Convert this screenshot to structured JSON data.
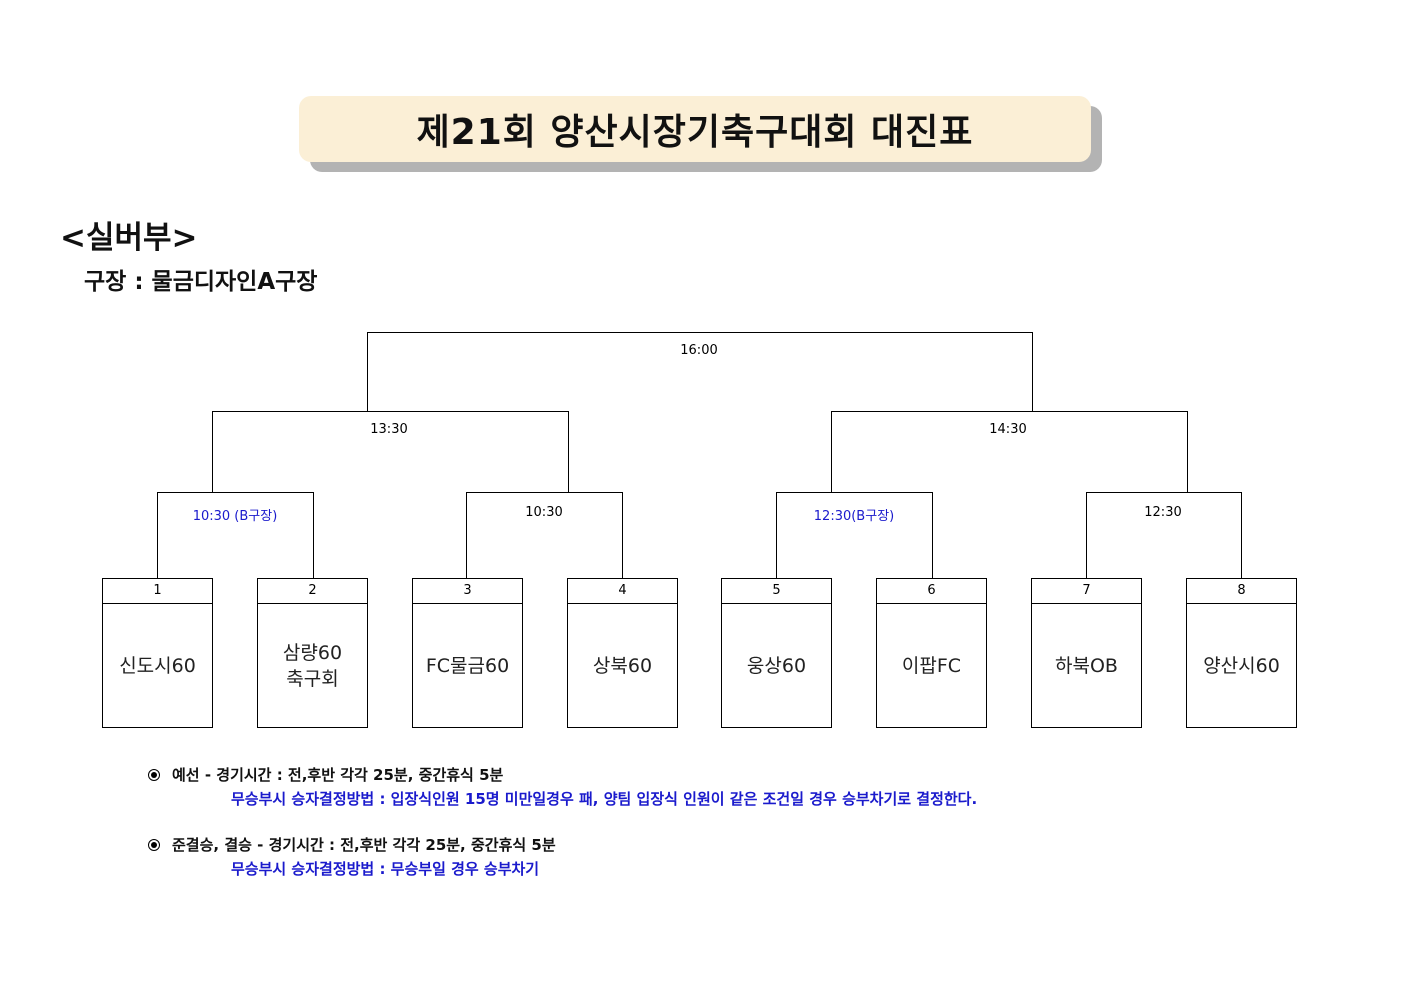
{
  "title": "제21회 양산시장기축구대회 대진표",
  "section": "<실버부>",
  "venue": "구장 : 물금디자인A구장",
  "rounds": {
    "final": "16:00",
    "semi_left": "13:30",
    "semi_right": "14:30",
    "qf": [
      "10:30 (B구장)",
      "10:30",
      "12:30(B구장)",
      "12:30"
    ]
  },
  "teams": [
    {
      "num": "1",
      "name": "신도시60"
    },
    {
      "num": "2",
      "name": "삼량60\n축구회"
    },
    {
      "num": "3",
      "name": "FC물금60"
    },
    {
      "num": "4",
      "name": "상북60"
    },
    {
      "num": "5",
      "name": "웅상60"
    },
    {
      "num": "6",
      "name": "이팝FC"
    },
    {
      "num": "7",
      "name": "하북OB"
    },
    {
      "num": "8",
      "name": "양산시60"
    }
  ],
  "notes": [
    {
      "line": "예선 - 경기시간 : 전,후반 각각 25분, 중간휴식 5분",
      "sub": "무승부시 승자결정방법 : 입장식인원 15명 미만일경우 패, 양팀 입장식 인원이 같은 조건일 경우 승부차기로 결정한다."
    },
    {
      "line": "준결승, 결승 - 경기시간 : 전,후반 각각 25분, 중간휴식 5분",
      "sub": "무승부시 승자결정방법 : 무승부일 경우 승부차기"
    }
  ],
  "colors": {
    "title_bg": "#fbefd6",
    "accent_blue": "#1a1acc"
  }
}
